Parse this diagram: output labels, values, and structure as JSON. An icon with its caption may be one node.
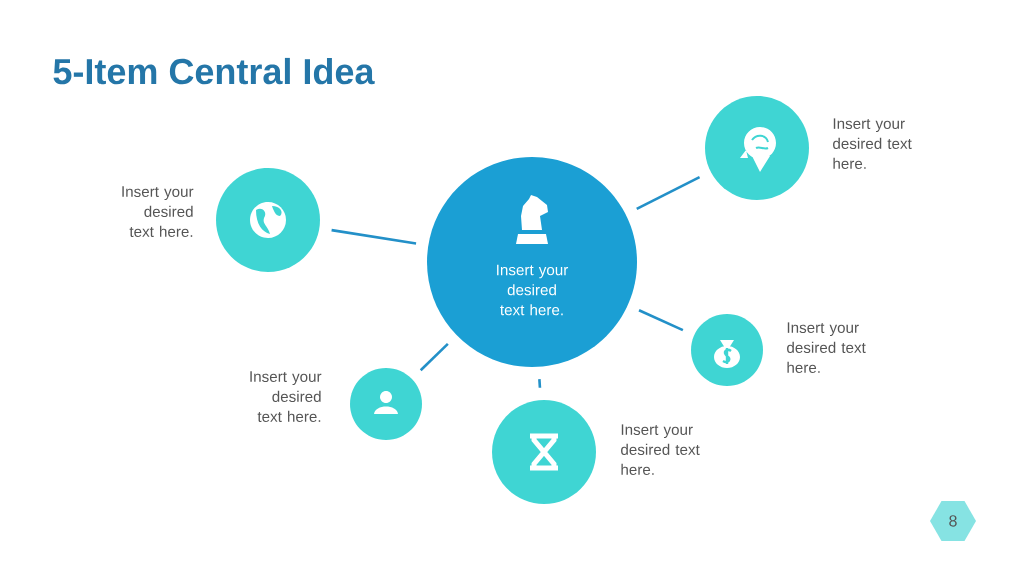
{
  "diagram": {
    "title": "5-Item Central Idea",
    "nodes": [
      {
        "text": [
          "Insert your desired text here."
        ]
      },
      {
        "text": [],
        "shape": "circle",
        "beside": [
          "Insert your desired text here."
        ]
      },
      {
        "text": [],
        "shape": "circle",
        "beside": [
          "Insert your desired text here."
        ]
      },
      {
        "text": [],
        "shape": "circle",
        "beside": [
          "Insert your desired text here."
        ]
      },
      {
        "text": [],
        "shape": "circle",
        "beside": [
          "Insert your desired text here."
        ]
      },
      {
        "text": [],
        "shape": "circle",
        "beside": [
          "Insert your desired text here."
        ]
      },
      {
        "text": [
          "8"
        ]
      }
    ],
    "edges": [
      {
        "from": 0,
        "to": 1,
        "arrow": "none"
      },
      {
        "from": 0,
        "to": 2,
        "arrow": "none"
      },
      {
        "from": 0,
        "to": 3,
        "arrow": "none"
      },
      {
        "from": 0,
        "to": 4,
        "arrow": "none"
      },
      {
        "from": 0,
        "to": 5,
        "arrow": "none"
      }
    ]
  }
}
